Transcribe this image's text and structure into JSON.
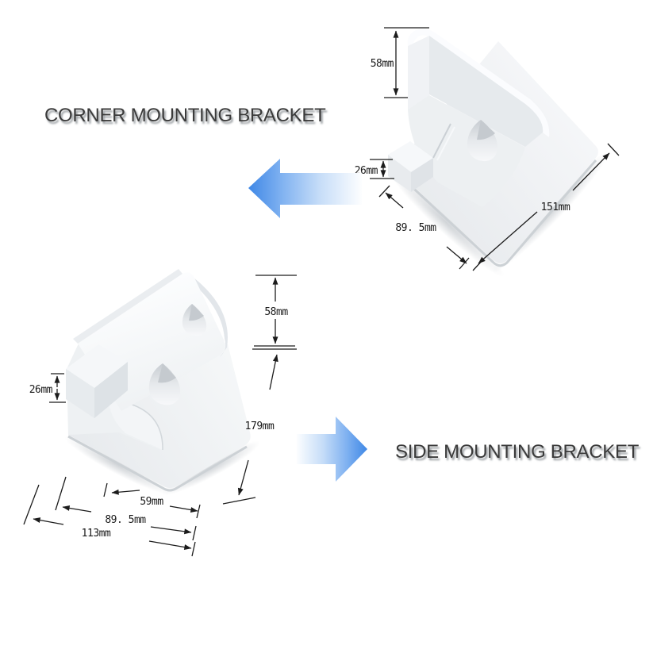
{
  "image": {
    "kind": "product-dimension-diagram",
    "background": "#ffffff",
    "line_color": "#1c1c1c"
  },
  "corner_bracket": {
    "title": "CORNER MOUNTING BRACKET",
    "arrow": {
      "direction": "left",
      "color_dark": "#3f88e6",
      "color_light": "#ffffff"
    },
    "dimensions": {
      "wall_height": "58mm",
      "step_height": "26mm",
      "left_edge": "89. 5mm",
      "right_edge": "151mm"
    }
  },
  "side_bracket": {
    "title": "SIDE MOUNTING BRACKET",
    "arrow": {
      "direction": "right",
      "color_dark": "#3f88e6",
      "color_light": "#ffffff"
    },
    "dimensions": {
      "wall_height": "58mm",
      "step_height": "26mm",
      "length": "179mm",
      "base_inner": "59mm",
      "base_mid": "89. 5mm",
      "base_outer": "113mm"
    }
  }
}
